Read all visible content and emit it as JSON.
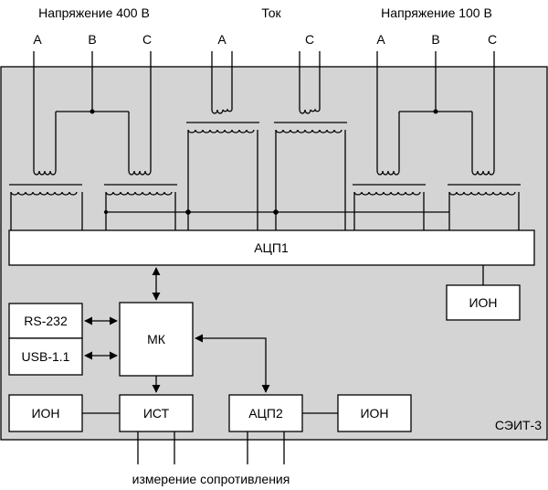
{
  "labels": {
    "voltage_400": "Напряжение 400 В",
    "current": "Ток",
    "voltage_100": "Напряжение 100 В",
    "phase_a_1": "A",
    "phase_b_1": "B",
    "phase_c_1": "C",
    "phase_a_2": "A",
    "phase_c_2": "C",
    "phase_a_3": "A",
    "phase_b_3": "B",
    "phase_c_3": "C",
    "resistance": "измерение сопротивления",
    "device": "СЭИТ-3"
  },
  "blocks": {
    "adc1": "АЦП1",
    "ion_right": "ИОН",
    "rs232": "RS-232",
    "usb": "USB-1.1",
    "mk": "МК",
    "ion_left": "ИОН",
    "ist": "ИСТ",
    "adc2": "АЦП2",
    "ion_mid": "ИОН"
  },
  "colors": {
    "panel": "#d4d4d4",
    "block": "#ffffff",
    "line": "#000000"
  }
}
